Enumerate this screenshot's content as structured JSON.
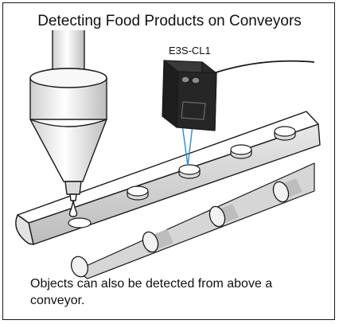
{
  "title": "Detecting Food Products on Conveyors",
  "sensor": {
    "model": "E3S-CL1"
  },
  "caption": "Objects can also be detected from above a conveyor.",
  "colors": {
    "border": "#1a1a1a",
    "beam": "#2d8bd0",
    "sensor_body": "#1e1e1e"
  }
}
